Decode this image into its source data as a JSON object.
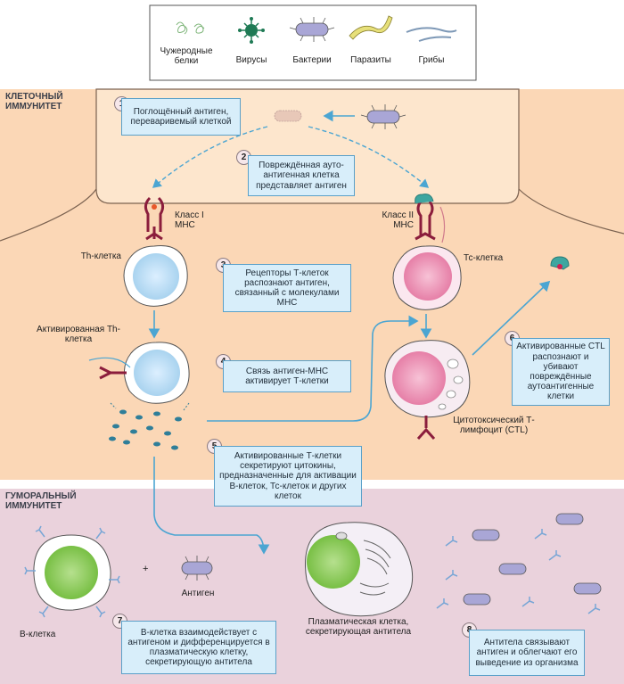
{
  "legend": {
    "items": [
      {
        "label": "Чужеродные белки"
      },
      {
        "label": "Вирусы"
      },
      {
        "label": "Бактерии"
      },
      {
        "label": "Паразиты"
      },
      {
        "label": "Грибы"
      }
    ]
  },
  "sections": {
    "cellular": "КЛЕТОЧНЫЙ ИММУНИТЕТ",
    "humoral": "ГУМОРАЛЬНЫЙ ИММУНИТЕТ"
  },
  "steps": [
    {
      "num": "1",
      "text": "Поглощённый антиген, переваривемый клеткой"
    },
    {
      "num": "2",
      "text": "Повреждённая ауто-антигенная клетка представляет антиген"
    },
    {
      "num": "3",
      "text": "Рецепторы Т-клеток распознают антиген, связанный с молекулами МНС"
    },
    {
      "num": "4",
      "text": "Связь антиген-МНС активирует Т-клетки"
    },
    {
      "num": "5",
      "text": "Активированные Т-клетки секретируют цитокины, предназначенные для активации В-клеток, Тс-клеток и других клеток"
    },
    {
      "num": "6",
      "text": "Активированные CTL распознают и убивают повреждённые аутоантигенные клетки"
    },
    {
      "num": "7",
      "text": "В-клетка взаимодействует с антигеном и дифференцируется в плазматическую клетку, секретирующую антитела"
    },
    {
      "num": "8",
      "text": "Антитела связывают антиген и облегчают его выведение из организма"
    }
  ],
  "labels": {
    "mhc1": "Класс I МНС",
    "mhc2": "Класс II МНС",
    "th_cell": "Th-клетка",
    "tc_cell": "Тс-клетка",
    "activated_th": "Активированная Th-клетка",
    "ctl": "Цитотоксический Т-лимфоцит (CTL)",
    "b_cell": "В-клетка",
    "plus": "+",
    "antigen": "Антиген",
    "plasma_cell": "Плазматическая клетка, секретирующая антитела"
  },
  "colors": {
    "cellular_bg": "#fbd7b6",
    "upper_cell_bg": "#fde6cd",
    "humoral_bg": "#ead2dc",
    "box_fill": "#d8eefa",
    "arrow": "#4ba5d2",
    "th_nucleus": "#c6e3f3",
    "tc_nucleus": "#ec9cbc",
    "b_nucleus": "#8fce5e",
    "bacteria": "#a9a6d6",
    "mhc": "#8b1d3c"
  }
}
